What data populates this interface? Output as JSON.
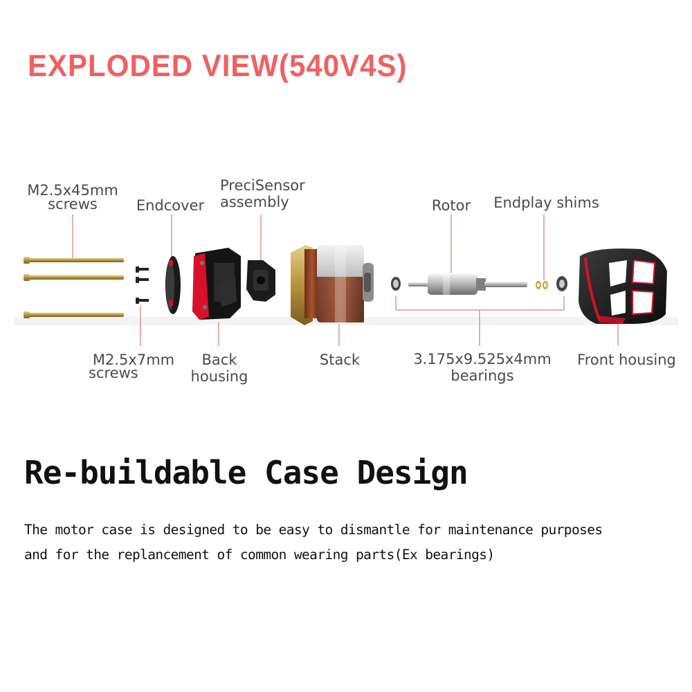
{
  "title": "EXPLODED VIEW(540V4S)",
  "labels": {
    "long_screws": [
      "M2.5x45mm",
      "screws"
    ],
    "endcover": "Endcover",
    "precisensor": [
      "PreciSensor",
      "assembly"
    ],
    "rotor": "Rotor",
    "endplay_shims": "Endplay shims",
    "short_screws": [
      "M2.5x7mm",
      "screws"
    ],
    "back_housing": [
      "Back",
      "housing"
    ],
    "stack": "Stack",
    "bearings": [
      "3.175x9.525x4mm",
      "bearings"
    ],
    "front_housing": "Front housing"
  },
  "colors": {
    "title": "#ef6161",
    "accent_red": "#d8102a",
    "leader_line": "#e2908f",
    "brass": "#c9a84a",
    "copper": "#9a4a2a"
  },
  "heading": "Re-buildable Case Design",
  "description": [
    "The motor case is designed to be easy to dismantle for maintenance purposes",
    "and for the replancement of common wearing parts(Ex bearings)"
  ]
}
